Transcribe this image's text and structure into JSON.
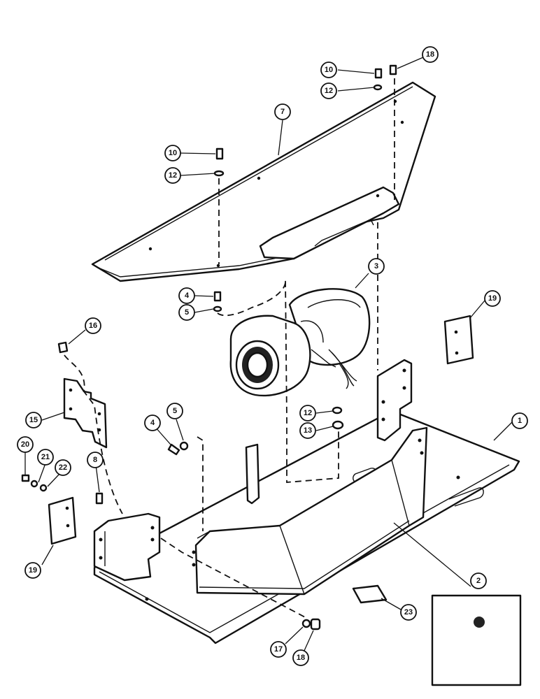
{
  "callouts": [
    {
      "id": "c18a",
      "label": "18"
    },
    {
      "id": "c10a",
      "label": "10"
    },
    {
      "id": "c12a",
      "label": "12"
    },
    {
      "id": "c7",
      "label": "7"
    },
    {
      "id": "c10b",
      "label": "10"
    },
    {
      "id": "c12b",
      "label": "12"
    },
    {
      "id": "c3",
      "label": "3"
    },
    {
      "id": "c4a",
      "label": "4"
    },
    {
      "id": "c5a",
      "label": "5"
    },
    {
      "id": "c19a",
      "label": "19"
    },
    {
      "id": "c16",
      "label": "16"
    },
    {
      "id": "c15",
      "label": "15"
    },
    {
      "id": "c5b",
      "label": "5"
    },
    {
      "id": "c4b",
      "label": "4"
    },
    {
      "id": "c12c",
      "label": "12"
    },
    {
      "id": "c13",
      "label": "13"
    },
    {
      "id": "c1",
      "label": "1"
    },
    {
      "id": "c20",
      "label": "20"
    },
    {
      "id": "c21",
      "label": "21"
    },
    {
      "id": "c22",
      "label": "22"
    },
    {
      "id": "c8",
      "label": "8"
    },
    {
      "id": "c19b",
      "label": "19"
    },
    {
      "id": "c2",
      "label": "2"
    },
    {
      "id": "c23",
      "label": "23"
    },
    {
      "id": "c17",
      "label": "17"
    },
    {
      "id": "c18b",
      "label": "18"
    }
  ]
}
